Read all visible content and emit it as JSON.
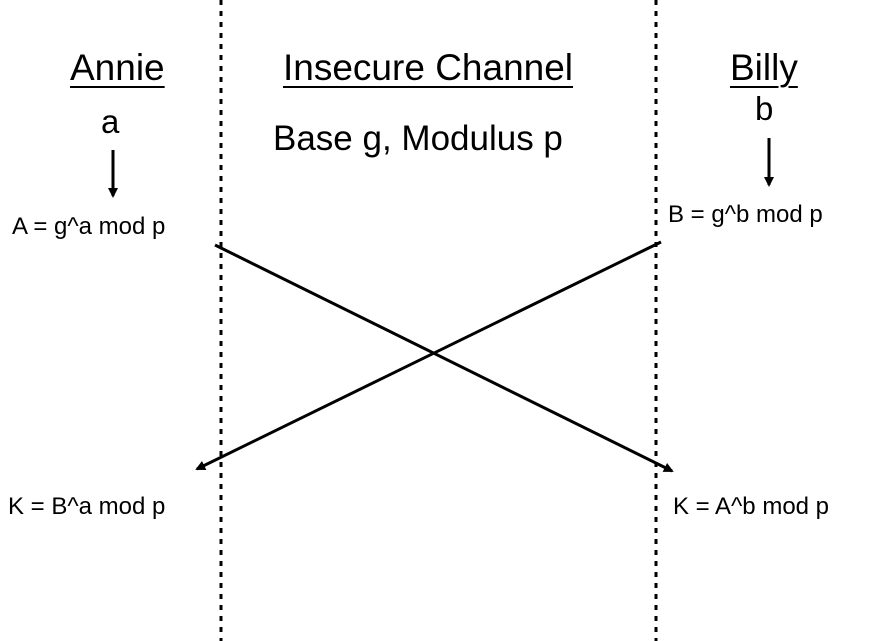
{
  "columns": {
    "left": {
      "heading": "Annie",
      "secret": "a",
      "public_value": "A = g^a mod p",
      "shared_key": "K = B^a mod p"
    },
    "middle": {
      "heading": "Insecure Channel",
      "parameters": "Base g, Modulus p"
    },
    "right": {
      "heading": "Billy",
      "secret": "b",
      "public_value": "B = g^b mod p",
      "shared_key": "K = A^b mod p"
    }
  },
  "colors": {
    "ink": "#000000",
    "background": "#ffffff"
  }
}
